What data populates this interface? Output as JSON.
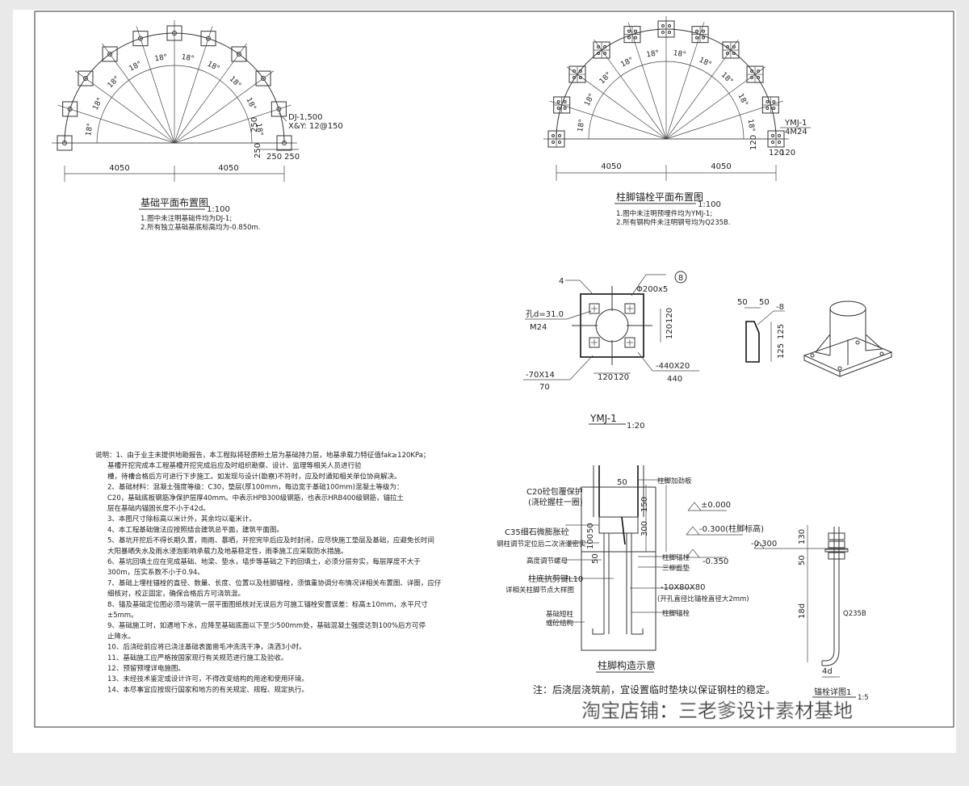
{
  "plan1": {
    "title": "基础平面布置图",
    "scale": "1:100",
    "notes": [
      "1.图中未注明基础件均为DJ-1;",
      "2.所有独立基础基底标高均为-0.850m."
    ],
    "label_dj": "DJ-1,500",
    "label_rebar": "X&Y: 12@150",
    "dims": [
      "4050",
      "4050",
      "250",
      "250",
      "250",
      "250"
    ],
    "angle": "18°"
  },
  "plan2": {
    "title": "柱脚锚栓平面布置图",
    "scale": "1:100",
    "notes": [
      "1.图中未注明预埋件均为YMJ-1;",
      "2.所有钢构件未注明钢号均为Q235B."
    ],
    "label_ymj": "YMJ-1",
    "label_m": "4M24",
    "dims": [
      "4050",
      "4050",
      "120",
      "120",
      "120"
    ],
    "angle": "18°"
  },
  "ymj": {
    "title": "YMJ-1",
    "scale": "1:20",
    "labels": {
      "weld": "4",
      "circle": "8",
      "tube": "Φ200x5",
      "hole": "孔d=31.0",
      "bolt": "M24",
      "stiff": "-70X14",
      "stiff_w": "70",
      "plate": "-440X20",
      "plate_w": "440",
      "d120a": "120",
      "d120b": "120",
      "d120c": "120",
      "d120d": "120"
    }
  },
  "stiffener": {
    "d50a": "50",
    "d50b": "50",
    "thk": "-8",
    "d125a": "125",
    "d125b": "125"
  },
  "general_notes": {
    "lines": [
      "说明：1、由于业主未提供地勘报告，本工程拟将轻质粉土层为基础持力层，地基承载力特征值fak≥120KPa；",
      "基槽开挖完成本工程基槽开挖完成后应及时组织勘察、设计、监理等相关人员进行验",
      "槽，待槽合格后方可进行下步施工。如发现与设计(勘察)不符时，应及时通知相关单位协商解决。",
      "2、基础材料：混凝土强度等级：C30，垫层(厚100mm，每边宽于基础100mm)混凝土等级为：",
      "C20，基础底板钢筋净保护层厚40mm。中表示HPB300级钢筋，也表示HRB400级钢筋，锚拉土",
      "层在基础内锚固长度不小于42d。",
      "3、本图尺寸除标高以米计外，其余均以毫米计。",
      "4、本工程基础做法应按照结合建筑总平面，建筑平面图。",
      "5、基坑开挖后不得长期久置，雨雨、暴晒，开挖完毕后应及时封闭，应尽快施工垫层及基础，应避免长时间",
      "大阳暴晒失水及雨水浸泡影响承载力及地基稳定性，雨季施工应采取防水措施。",
      "6、基坑回填土应在完成基础、地梁、垫水，墙步等基础之下的回填土，必须分层夯实，每层厚度不大于",
      "300m，压实系数不小于0.94。",
      "7、基础上埋柱锚栓的直径、数量、长度、位置以及柱脚锚栓，须慎重协调分布情况详相关布置图、详图，应仔",
      "细核对，校正固定，确保合格后方可浇筑混。",
      "8、锚及基础定位图必须与建筑一层平面图纸核对无误后方可施工锚栓安置误差：标高±10mm，水平尺寸",
      "±5mm。",
      "9、基础施工时，如遇地下水，应降至基础底面以下至少500mm处，基础混凝土强度达到100%后方可停",
      "止降水。",
      "10、后浇砼前应将已浇注基础表面凿毛冲洗洗干净，浇洒3小时。",
      "11、基础施工应严格按国家现行有关规范进行施工及验收。",
      "12、预留预埋详电施图。",
      "13、未经技术鉴定或设计许可，不得改变结构的用途和使用环境。",
      "14、本尽事宜应按现行国家和地方的有关规定、规程、规定执行。"
    ]
  },
  "section": {
    "title": "柱脚构造示意",
    "note": "注：后浇层浇筑前，宜设置临时垫块以保证钢柱的稳定。",
    "labels": {
      "l1": "C20砼包覆保护",
      "l2": "(浇砼握柱一圈)",
      "l3": "C35细石微膨胀砼",
      "l4": "钢柱调节定位后二次浇灌密实",
      "l5": "高度调节螺母",
      "l6": "柱底抗剪键L10",
      "l7": "详相关柱脚节点大样图",
      "l8": "基础短柱",
      "l9": "或砼结构",
      "r1": "柱脚加劲板",
      "r2": "柱脚锚栓",
      "r3": "三柳面垫",
      "r4": "-10X80X80",
      "r5": "(开孔直径比锚栓直径大2mm)",
      "r6": "柱脚锚栓",
      "e1": "±0.000",
      "e2": "-0.300(柱脚标高)",
      "e3": "-0.350",
      "d50": "50",
      "d150": "150",
      "d300": "300",
      "d50b": "50",
      "d100": "100",
      "d50c": "50"
    }
  },
  "anchor": {
    "title": "锚栓详图1",
    "scale": "1:5",
    "e1": "-0.300",
    "d130": "130",
    "d50": "50",
    "d18d": "18d",
    "d4d": "4d",
    "q": "Q235B"
  },
  "watermark": "淘宝店铺：三老爹设计素材基地"
}
